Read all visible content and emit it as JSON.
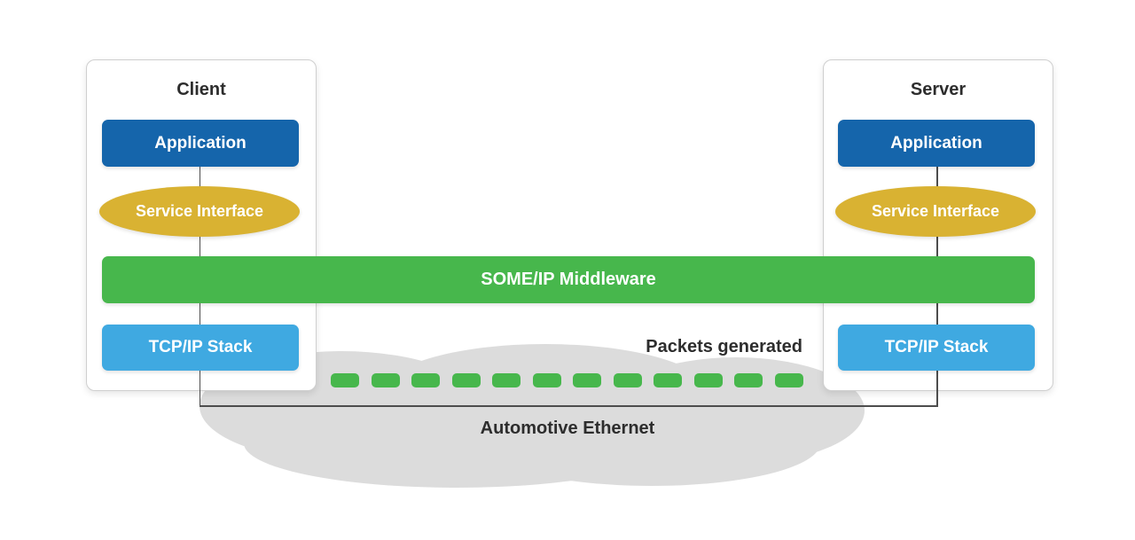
{
  "diagram": {
    "client": {
      "title": "Client",
      "application": "Application",
      "service_interface": "Service Interface",
      "tcp_stack": "TCP/IP Stack"
    },
    "server": {
      "title": "Server",
      "application": "Application",
      "service_interface": "Service Interface",
      "tcp_stack": "TCP/IP Stack"
    },
    "middleware": "SOME/IP Middleware",
    "packets": {
      "label": "Packets generated",
      "count": 12
    },
    "network": "Automotive Ethernet",
    "colors": {
      "app_blue": "#1565ab",
      "service_gold": "#d9b232",
      "middleware_green": "#47b74c",
      "tcp_blue": "#3fa9e1",
      "cloud_gray": "#dcdcdc",
      "text_dark": "#2d2d2d",
      "line_gray": "#4d4d4d"
    }
  }
}
